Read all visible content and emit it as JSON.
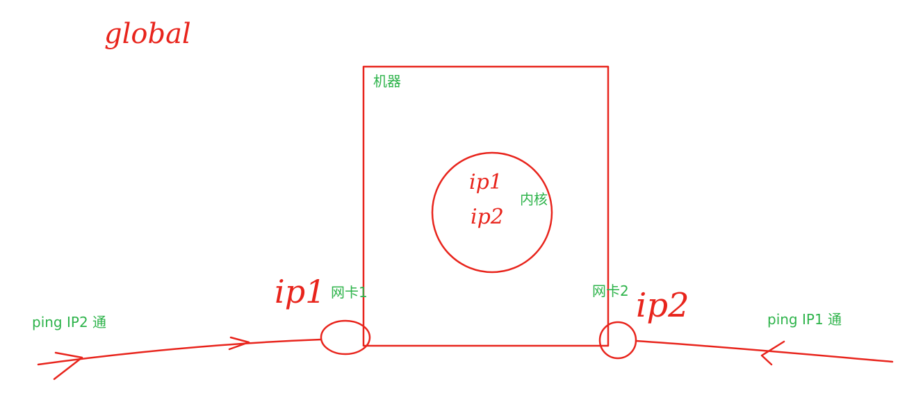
{
  "colors": {
    "ink_red": "#e8241c",
    "label_green": "#2db34a",
    "background": "#ffffff"
  },
  "handwritten": {
    "namespace": "global",
    "kernel_ip1": "ip1",
    "kernel_ip2": "ip2",
    "nic1_ip": "ip1",
    "nic2_ip": "ip2"
  },
  "labels": {
    "machine": "机器",
    "kernel": "内核",
    "nic1": "网卡1",
    "nic2": "网卡2",
    "ping_left": "ping IP2 通",
    "ping_right": "ping IP1 通"
  }
}
